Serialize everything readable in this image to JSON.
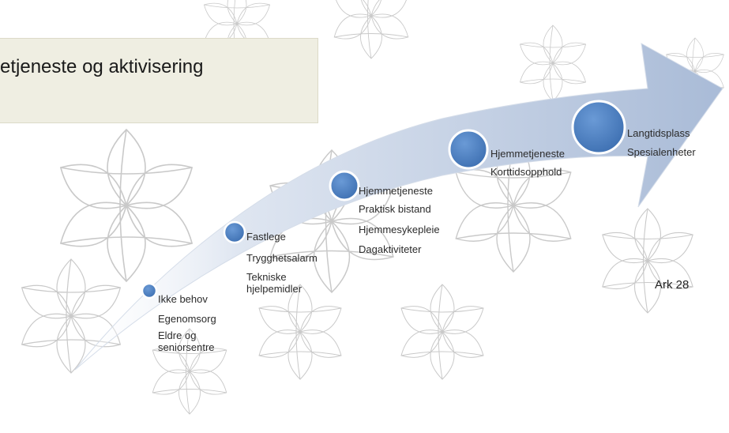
{
  "title": "etjeneste og aktivisering",
  "slide_number": "Ark 28",
  "colors": {
    "arrow_light": "#ffffff",
    "arrow_dark": "#b8c7de",
    "node_fill": "#4a7dbf",
    "node_stroke": "#ffffff",
    "label_color": "#2b2b2b",
    "pattern_stroke": "#c9c9c9"
  },
  "stages": [
    {
      "lines": [
        "Ikke behov",
        "Egenomsorg",
        "Eldre og",
        "seniorsentre"
      ]
    },
    {
      "lines": [
        "Fastlege",
        "Trygghetsalarm",
        "Tekniske",
        "hjelpemidler"
      ]
    },
    {
      "lines": [
        "Hjemmetjeneste",
        "Praktisk bistand",
        "Hjemmesykepleie",
        "Dagaktiviteter"
      ]
    },
    {
      "lines": [
        "Hjemmetjeneste",
        "Korttidsopphold"
      ]
    },
    {
      "lines": [
        "Langtidsplass",
        "Spesialenheter"
      ]
    }
  ]
}
